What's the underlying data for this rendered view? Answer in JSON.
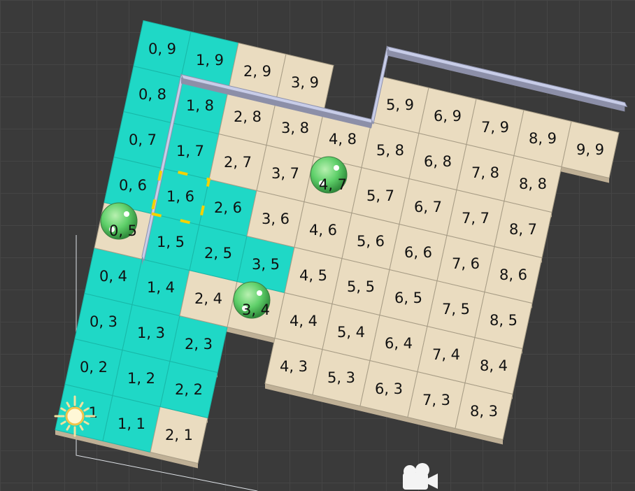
{
  "scene": {
    "colors": {
      "floor": "#eadcc0",
      "teal": "#1fd8c6",
      "wall": "#c8cde8",
      "ball": "#5fd06a",
      "selection": "#f5d100",
      "background": "#3a3a3a"
    },
    "tiles": [
      {
        "col": 0,
        "row": 9,
        "label": "0, 9",
        "teal": true
      },
      {
        "col": 1,
        "row": 9,
        "label": "1, 9",
        "teal": true
      },
      {
        "col": 2,
        "row": 9,
        "label": "2, 9",
        "teal": false
      },
      {
        "col": 3,
        "row": 9,
        "label": "3, 9",
        "teal": false
      },
      {
        "col": 5,
        "row": 9,
        "label": "5, 9",
        "teal": false
      },
      {
        "col": 6,
        "row": 9,
        "label": "6, 9",
        "teal": false
      },
      {
        "col": 7,
        "row": 9,
        "label": "7, 9",
        "teal": false
      },
      {
        "col": 8,
        "row": 9,
        "label": "8, 9",
        "teal": false
      },
      {
        "col": 9,
        "row": 9,
        "label": "9, 9",
        "teal": false
      },
      {
        "col": 0,
        "row": 8,
        "label": "0, 8",
        "teal": true
      },
      {
        "col": 1,
        "row": 8,
        "label": "1, 8",
        "teal": true
      },
      {
        "col": 2,
        "row": 8,
        "label": "2, 8",
        "teal": false
      },
      {
        "col": 3,
        "row": 8,
        "label": "3, 8",
        "teal": false
      },
      {
        "col": 4,
        "row": 8,
        "label": "4, 8",
        "teal": false
      },
      {
        "col": 5,
        "row": 8,
        "label": "5, 8",
        "teal": false
      },
      {
        "col": 6,
        "row": 8,
        "label": "6, 8",
        "teal": false
      },
      {
        "col": 7,
        "row": 8,
        "label": "7, 8",
        "teal": false
      },
      {
        "col": 8,
        "row": 8,
        "label": "8, 8",
        "teal": false
      },
      {
        "col": 0,
        "row": 7,
        "label": "0, 7",
        "teal": true
      },
      {
        "col": 1,
        "row": 7,
        "label": "1, 7",
        "teal": true
      },
      {
        "col": 2,
        "row": 7,
        "label": "2, 7",
        "teal": false
      },
      {
        "col": 3,
        "row": 7,
        "label": "3, 7",
        "teal": false
      },
      {
        "col": 4,
        "row": 7,
        "label": "4, 7",
        "teal": false
      },
      {
        "col": 5,
        "row": 7,
        "label": "5, 7",
        "teal": false
      },
      {
        "col": 6,
        "row": 7,
        "label": "6, 7",
        "teal": false
      },
      {
        "col": 7,
        "row": 7,
        "label": "7, 7",
        "teal": false
      },
      {
        "col": 8,
        "row": 7,
        "label": "8, 7",
        "teal": false
      },
      {
        "col": 0,
        "row": 6,
        "label": "0, 6",
        "teal": true
      },
      {
        "col": 1,
        "row": 6,
        "label": "1, 6",
        "teal": true
      },
      {
        "col": 2,
        "row": 6,
        "label": "2, 6",
        "teal": true
      },
      {
        "col": 3,
        "row": 6,
        "label": "3, 6",
        "teal": false
      },
      {
        "col": 4,
        "row": 6,
        "label": "4, 6",
        "teal": false
      },
      {
        "col": 5,
        "row": 6,
        "label": "5, 6",
        "teal": false
      },
      {
        "col": 6,
        "row": 6,
        "label": "6, 6",
        "teal": false
      },
      {
        "col": 7,
        "row": 6,
        "label": "7, 6",
        "teal": false
      },
      {
        "col": 8,
        "row": 6,
        "label": "8, 6",
        "teal": false
      },
      {
        "col": 0,
        "row": 5,
        "label": "0, 5",
        "teal": false
      },
      {
        "col": 1,
        "row": 5,
        "label": "1, 5",
        "teal": true
      },
      {
        "col": 2,
        "row": 5,
        "label": "2, 5",
        "teal": true
      },
      {
        "col": 3,
        "row": 5,
        "label": "3, 5",
        "teal": true
      },
      {
        "col": 4,
        "row": 5,
        "label": "4, 5",
        "teal": false
      },
      {
        "col": 5,
        "row": 5,
        "label": "5, 5",
        "teal": false
      },
      {
        "col": 6,
        "row": 5,
        "label": "6, 5",
        "teal": false
      },
      {
        "col": 7,
        "row": 5,
        "label": "7, 5",
        "teal": false
      },
      {
        "col": 8,
        "row": 5,
        "label": "8, 5",
        "teal": false
      },
      {
        "col": 0,
        "row": 4,
        "label": "0, 4",
        "teal": true
      },
      {
        "col": 1,
        "row": 4,
        "label": "1, 4",
        "teal": true
      },
      {
        "col": 2,
        "row": 4,
        "label": "2, 4",
        "teal": false
      },
      {
        "col": 3,
        "row": 4,
        "label": "3, 4",
        "teal": false
      },
      {
        "col": 4,
        "row": 4,
        "label": "4, 4",
        "teal": false
      },
      {
        "col": 5,
        "row": 4,
        "label": "5, 4",
        "teal": false
      },
      {
        "col": 6,
        "row": 4,
        "label": "6, 4",
        "teal": false
      },
      {
        "col": 7,
        "row": 4,
        "label": "7, 4",
        "teal": false
      },
      {
        "col": 8,
        "row": 4,
        "label": "8, 4",
        "teal": false
      },
      {
        "col": 0,
        "row": 3,
        "label": "0, 3",
        "teal": true
      },
      {
        "col": 1,
        "row": 3,
        "label": "1, 3",
        "teal": true
      },
      {
        "col": 2,
        "row": 3,
        "label": "2, 3",
        "teal": true
      },
      {
        "col": 4,
        "row": 3,
        "label": "4, 3",
        "teal": false
      },
      {
        "col": 5,
        "row": 3,
        "label": "5, 3",
        "teal": false
      },
      {
        "col": 6,
        "row": 3,
        "label": "6, 3",
        "teal": false
      },
      {
        "col": 7,
        "row": 3,
        "label": "7, 3",
        "teal": false
      },
      {
        "col": 8,
        "row": 3,
        "label": "8, 3",
        "teal": false
      },
      {
        "col": 0,
        "row": 2,
        "label": "0, 2",
        "teal": true
      },
      {
        "col": 1,
        "row": 2,
        "label": "1, 2",
        "teal": true
      },
      {
        "col": 2,
        "row": 2,
        "label": "2, 2",
        "teal": true
      },
      {
        "col": 0,
        "row": 1,
        "label": "0, 1",
        "teal": true
      },
      {
        "col": 1,
        "row": 1,
        "label": "1, 1",
        "teal": true
      },
      {
        "col": 2,
        "row": 1,
        "label": "2, 1",
        "teal": false
      }
    ],
    "balls": [
      {
        "col": 0,
        "row": 5
      },
      {
        "col": 4,
        "row": 7
      },
      {
        "col": 3,
        "row": 4
      }
    ],
    "selection": {
      "col": 1,
      "row": 6
    },
    "icons": [
      "sun-light-icon",
      "camera-icon"
    ]
  }
}
